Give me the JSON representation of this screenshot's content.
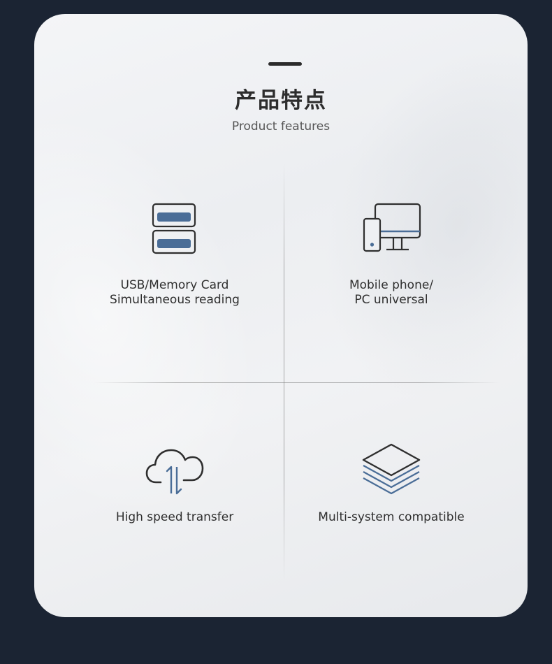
{
  "header": {
    "title_cn": "产品特点",
    "subtitle": "Product features"
  },
  "features": [
    {
      "icon": "usb-card-slot-icon",
      "line1": "USB/Memory Card",
      "line2": "Simultaneous reading"
    },
    {
      "icon": "phone-pc-icon",
      "line1": "Mobile phone/",
      "line2": "PC universal"
    },
    {
      "icon": "cloud-transfer-icon",
      "line1": "High speed transfer",
      "line2": ""
    },
    {
      "icon": "layers-icon",
      "line1": "Multi-system compatible",
      "line2": ""
    }
  ],
  "colors": {
    "accent": "#4a6d97",
    "stroke": "#2f2f2f",
    "background": "#1b2433"
  }
}
